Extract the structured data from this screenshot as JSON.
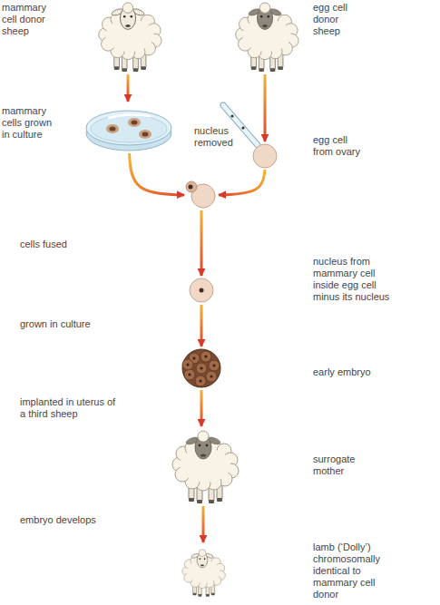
{
  "diagram": {
    "nodes": [
      {
        "text": [
          "mammary cell donor sheep"
        ]
      },
      {
        "text": [
          "egg cell donor sheep"
        ]
      },
      {
        "text": [
          "mammary cells grown in culture"
        ]
      },
      {
        "text": [
          "nucleus removed",
          "egg cell from ovary"
        ]
      },
      {
        "text": [
          "cells fused"
        ]
      },
      {
        "text": [
          "nucleus from mammary cell inside egg cell minus its nucleus"
        ]
      },
      {
        "text": [
          "early embryo"
        ]
      },
      {
        "text": [
          "surrogate mother"
        ]
      },
      {
        "text": [
          "lamb (‘Dolly’) chromosomally identical to mammary cell donor"
        ]
      }
    ],
    "edges": [
      {
        "from": 0,
        "to": 2,
        "arrow": "to"
      },
      {
        "from": 1,
        "to": 3,
        "arrow": "to"
      },
      {
        "from": 2,
        "to": 4,
        "arrow": "to"
      },
      {
        "from": 3,
        "to": 4,
        "arrow": "to"
      },
      {
        "from": 4,
        "to": 5,
        "arrow": "to"
      },
      {
        "from": 5,
        "to": 6,
        "label": "grown in culture",
        "arrow": "to"
      },
      {
        "from": 6,
        "to": 7,
        "label": "implanted in uterus of a third sheep",
        "arrow": "to"
      },
      {
        "from": 7,
        "to": 8,
        "label": "embryo develops",
        "arrow": "to"
      }
    ]
  }
}
